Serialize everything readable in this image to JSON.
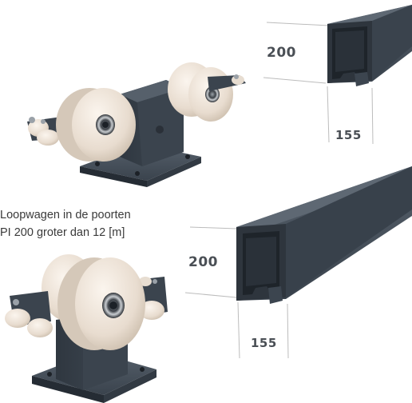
{
  "caption": {
    "line1": "Loopwagen in de poorten",
    "line2": "PI 200 groter dan 12 [m]"
  },
  "profile_top": {
    "height_label": "200",
    "width_label": "155"
  },
  "profile_bottom": {
    "height_label": "200",
    "width_label": "155"
  },
  "colors": {
    "steel": "#3d4650",
    "steel_dark": "#262d35",
    "wheel": "#ece2d7",
    "dim_line": "#b8b8b8",
    "text": "#4a4f55"
  },
  "icons": [
    "roller-carriage-small",
    "roller-carriage-large",
    "c-profile-rail"
  ]
}
